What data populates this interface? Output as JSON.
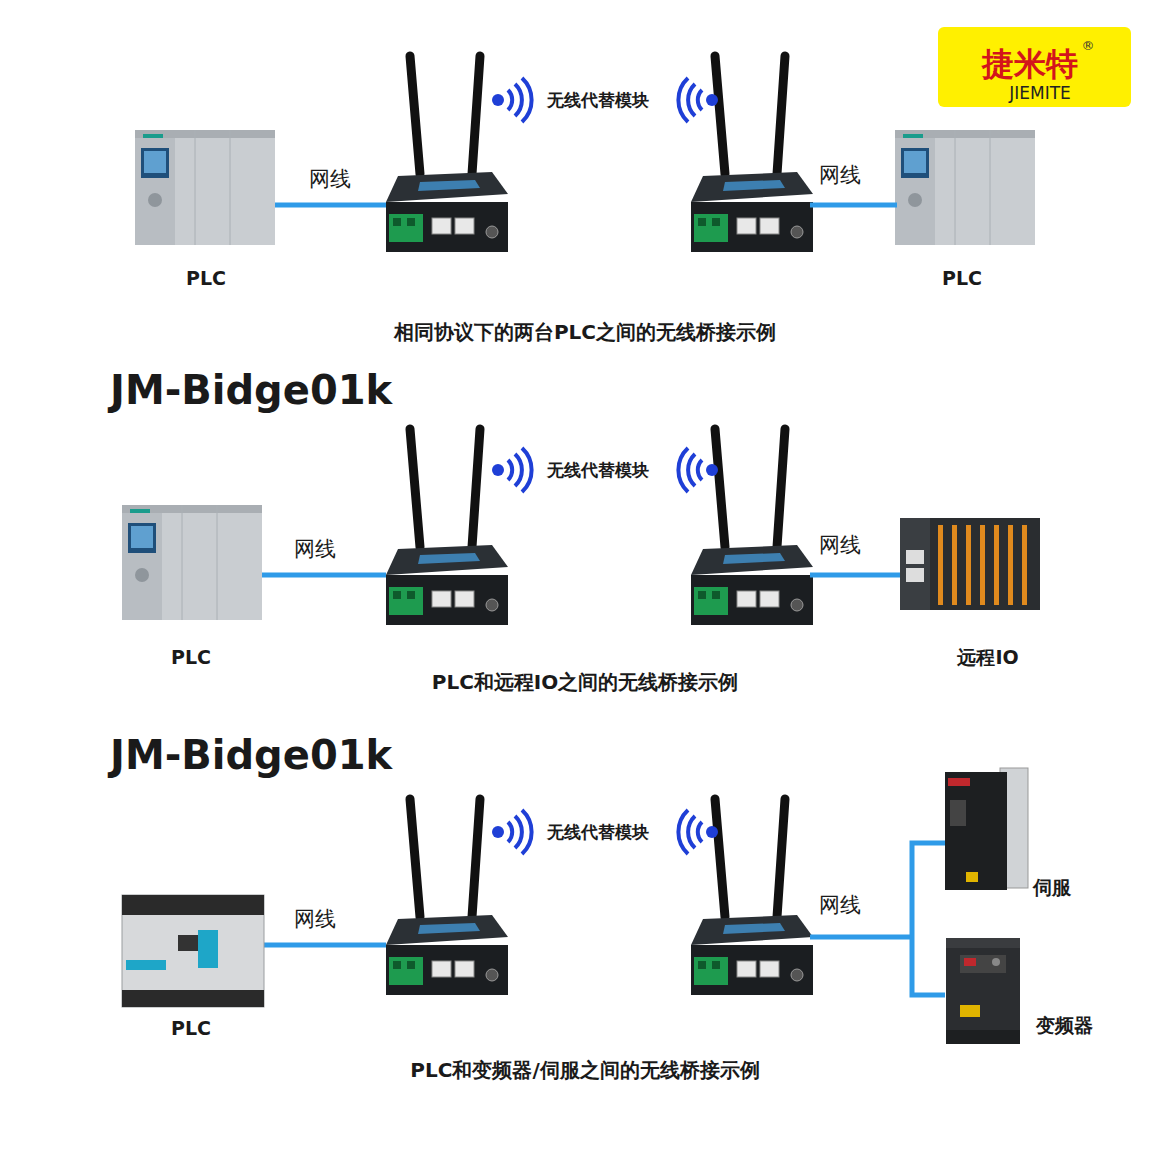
{
  "diagram": {
    "nodes": [
      {
        "text": [
          "捷米特",
          "®",
          "JIEMITE"
        ]
      },
      {
        "text": [
          "PLC"
        ]
      },
      {
        "text": [
          "PLC"
        ]
      },
      {
        "text": [
          "PLC"
        ]
      },
      {
        "text": [
          "远程IO"
        ]
      },
      {
        "text": [
          "PLC"
        ]
      },
      {
        "text": [
          "伺服"
        ]
      },
      {
        "text": [
          "变频器"
        ]
      }
    ],
    "labels": [
      "无线代替模块",
      "网线",
      "网线",
      "相同协议下的两台PLC之间的无线桥接示例",
      "JM-Bidge01k",
      "无线代替模块",
      "网线",
      "网线",
      "PLC和远程IO之间的无线桥接示例",
      "JM-Bidge01k",
      "无线代替模块",
      "网线",
      "网线",
      "PLC和变频器/伺服之间的无线桥接示例"
    ]
  }
}
